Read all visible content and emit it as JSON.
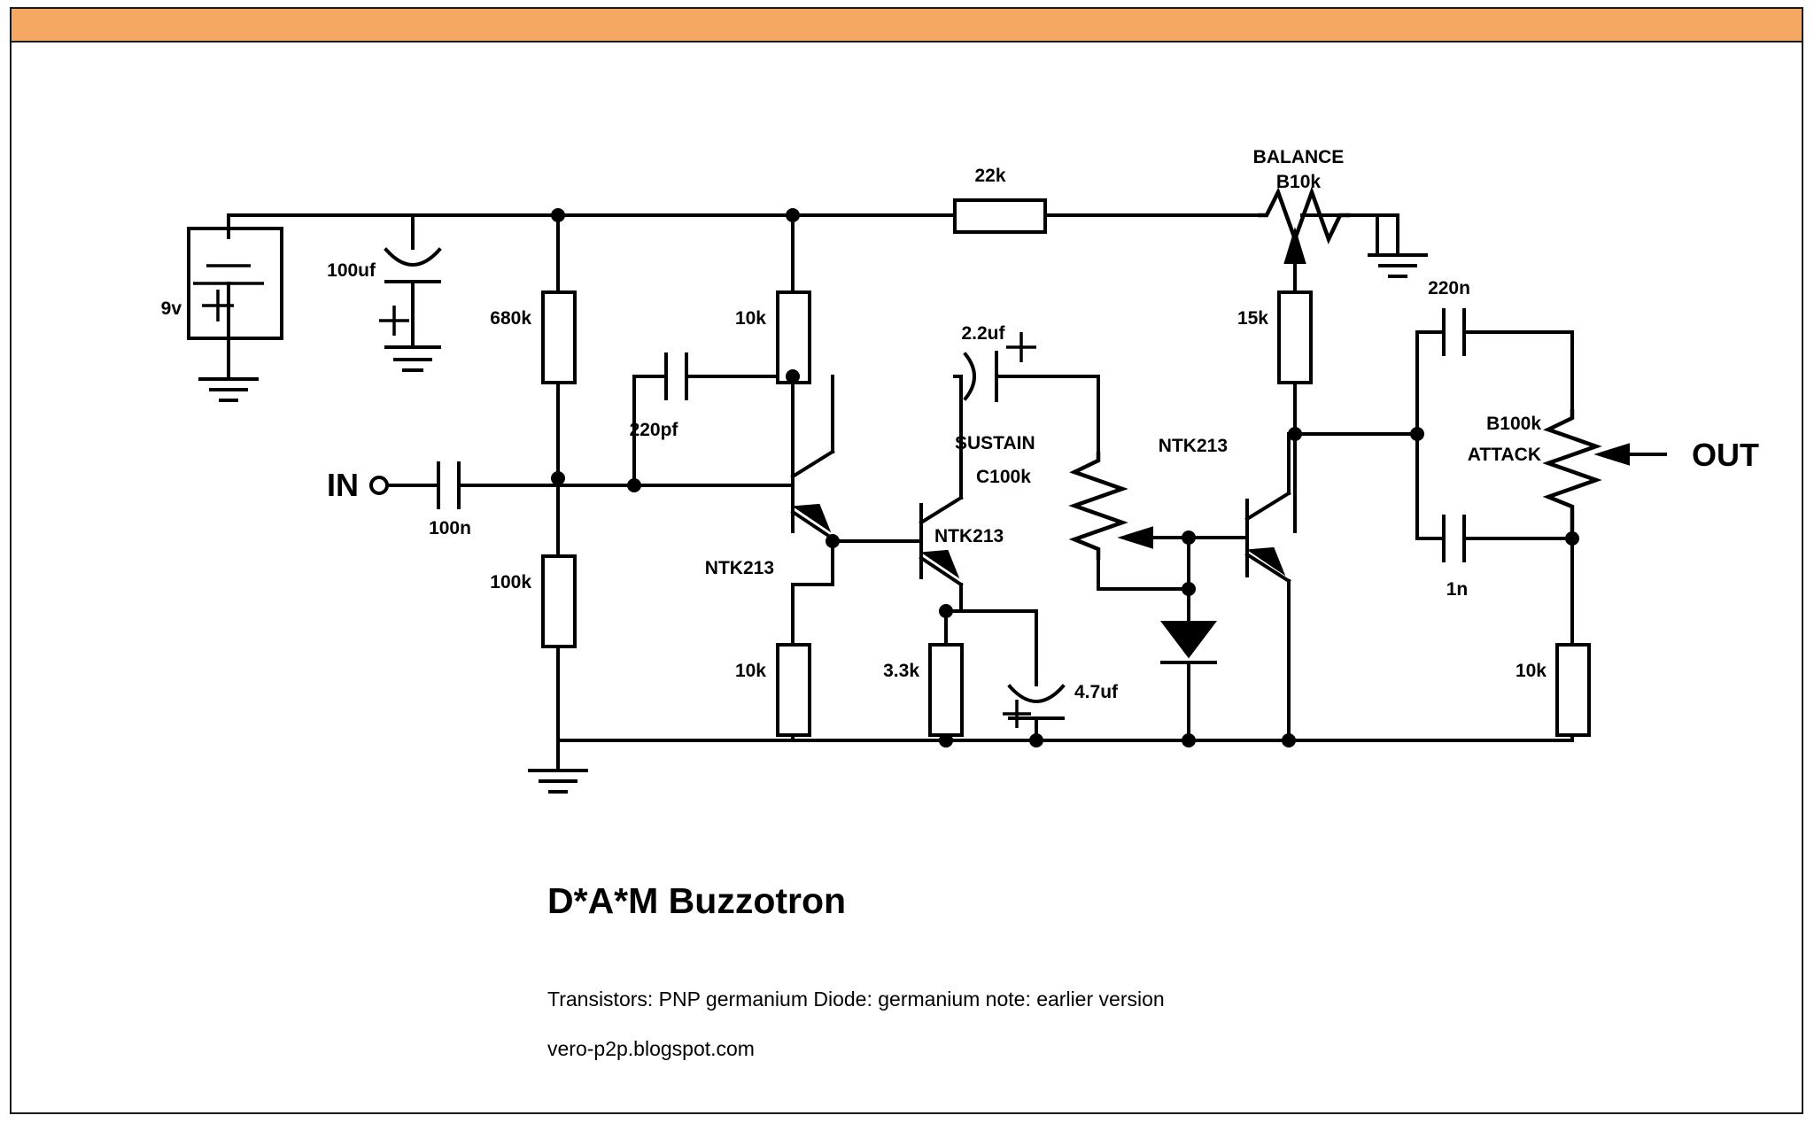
{
  "document": {
    "title": "D*A*M Buzzotron",
    "title_bar_color": "#f5a862",
    "border_color": "#1a1a1a",
    "wire_color": "#000000",
    "background_color": "#ffffff"
  },
  "ports": {
    "input_label": "IN",
    "output_label": "OUT"
  },
  "power": {
    "battery_label": "9v",
    "battery_polarity": "+"
  },
  "components": {
    "c_supply": "100uf",
    "c_supply_polarity": "+",
    "r_680k": "680k",
    "r_100k": "100k",
    "c_input": "100n",
    "r_10k_collector1": "10k",
    "c_220pf": "220pf",
    "r_10k_emitter1": "10k",
    "r_3k3": "3.3k",
    "c_4u7": "4.7uf",
    "c_4u7_polarity": "+",
    "c_2u2": "2.2uf",
    "c_2u2_polarity": "+",
    "r_22k": "22k",
    "r_15k": "15k",
    "c_220n": "220n",
    "c_1n": "1n",
    "r_10k_output": "10k",
    "q1": "NTK213",
    "q2": "NTK213",
    "q3": "NTK213"
  },
  "potentiometers": {
    "balance_name": "BALANCE",
    "balance_value": "B10k",
    "sustain_name": "SUSTAIN",
    "sustain_value": "C100k",
    "attack_value": "B100k",
    "attack_name": "ATTACK"
  },
  "notes": {
    "line1": "Transistors:  PNP germanium        Diode:  germanium        note:  earlier version",
    "line2": "vero-p2p.blogspot.com"
  }
}
